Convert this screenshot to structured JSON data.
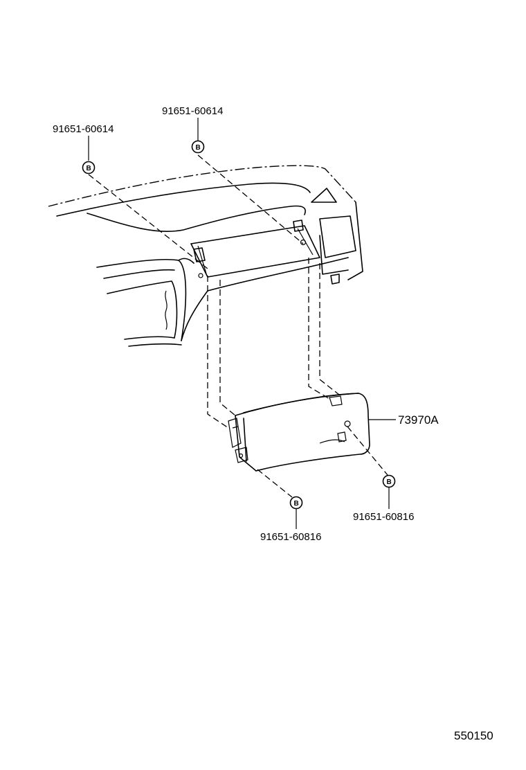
{
  "diagram_id": "550150",
  "bolt_symbol": "B",
  "parts": {
    "bolt_top_left": "91651-60614",
    "bolt_top_center": "91651-60614",
    "airbag_assembly": "73970A",
    "bolt_lower_right": "91651-60816",
    "bolt_lower_center": "91651-60816"
  },
  "icons": {
    "bolt_marker": "circled-b-icon"
  }
}
